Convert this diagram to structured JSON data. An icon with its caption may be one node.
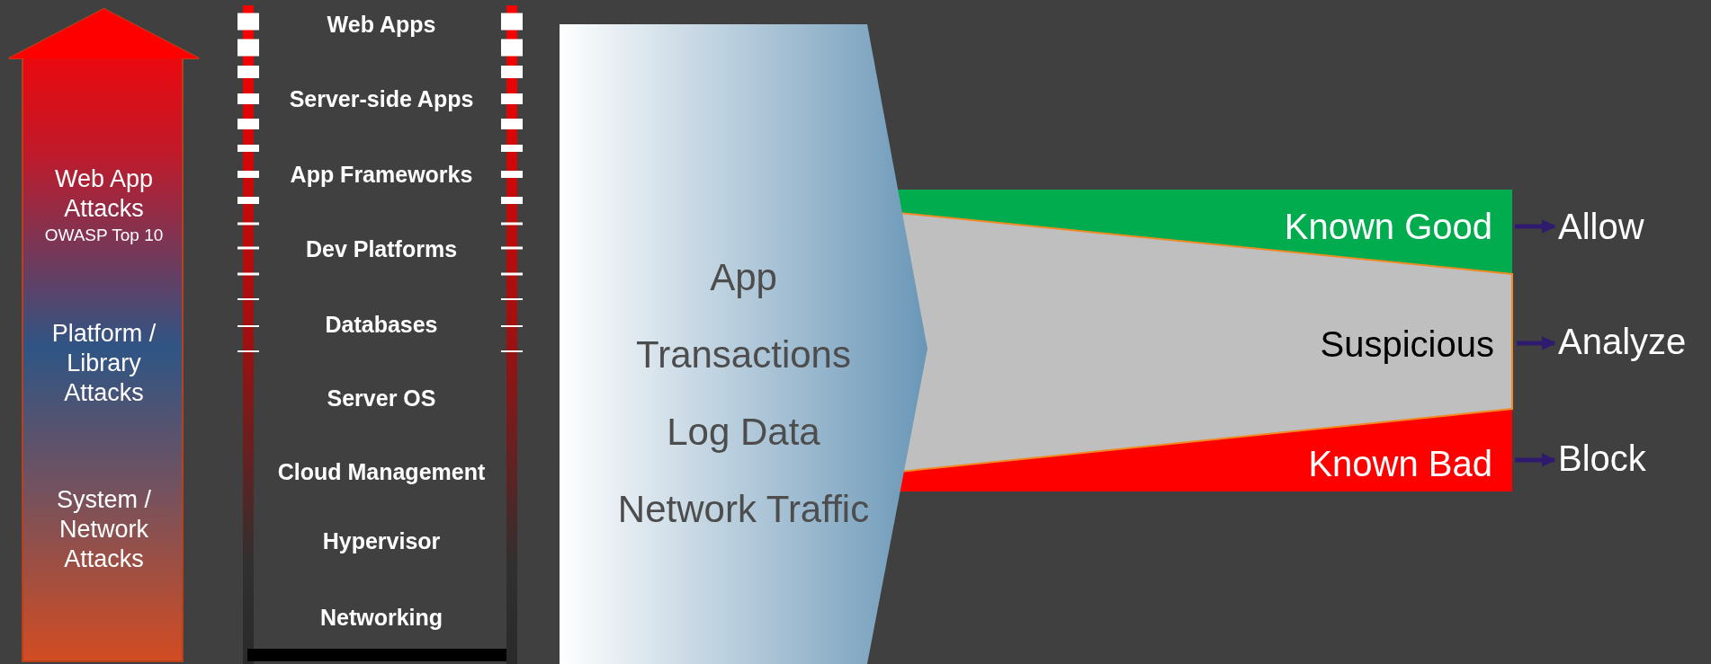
{
  "diagram": {
    "nodes": [
      {
        "text": [
          "Web App Attacks",
          "OWASP Top 10",
          "Platform / Library Attacks",
          "System / Network Attacks"
        ]
      },
      {
        "text": [
          "App",
          "Transactions",
          "Log Data",
          "Network Traffic"
        ]
      },
      {
        "text": [
          "Known Good"
        ]
      },
      {
        "text": [
          "Suspicious"
        ]
      },
      {
        "text": [
          "Known Bad"
        ]
      },
      {
        "text": [
          "Allow"
        ]
      },
      {
        "text": [
          "Analyze"
        ]
      },
      {
        "text": [
          "Block"
        ]
      }
    ],
    "edges": [
      {
        "from": 2,
        "to": 5,
        "arrow": "to"
      },
      {
        "from": 3,
        "to": 6,
        "arrow": "to"
      },
      {
        "from": 4,
        "to": 7,
        "arrow": "to"
      }
    ],
    "labels": [
      "Web Apps",
      "Server-side Apps",
      "App Frameworks",
      "Dev Platforms",
      "Databases",
      "Server OS",
      "Cloud Management",
      "Hypervisor",
      "Networking"
    ]
  }
}
